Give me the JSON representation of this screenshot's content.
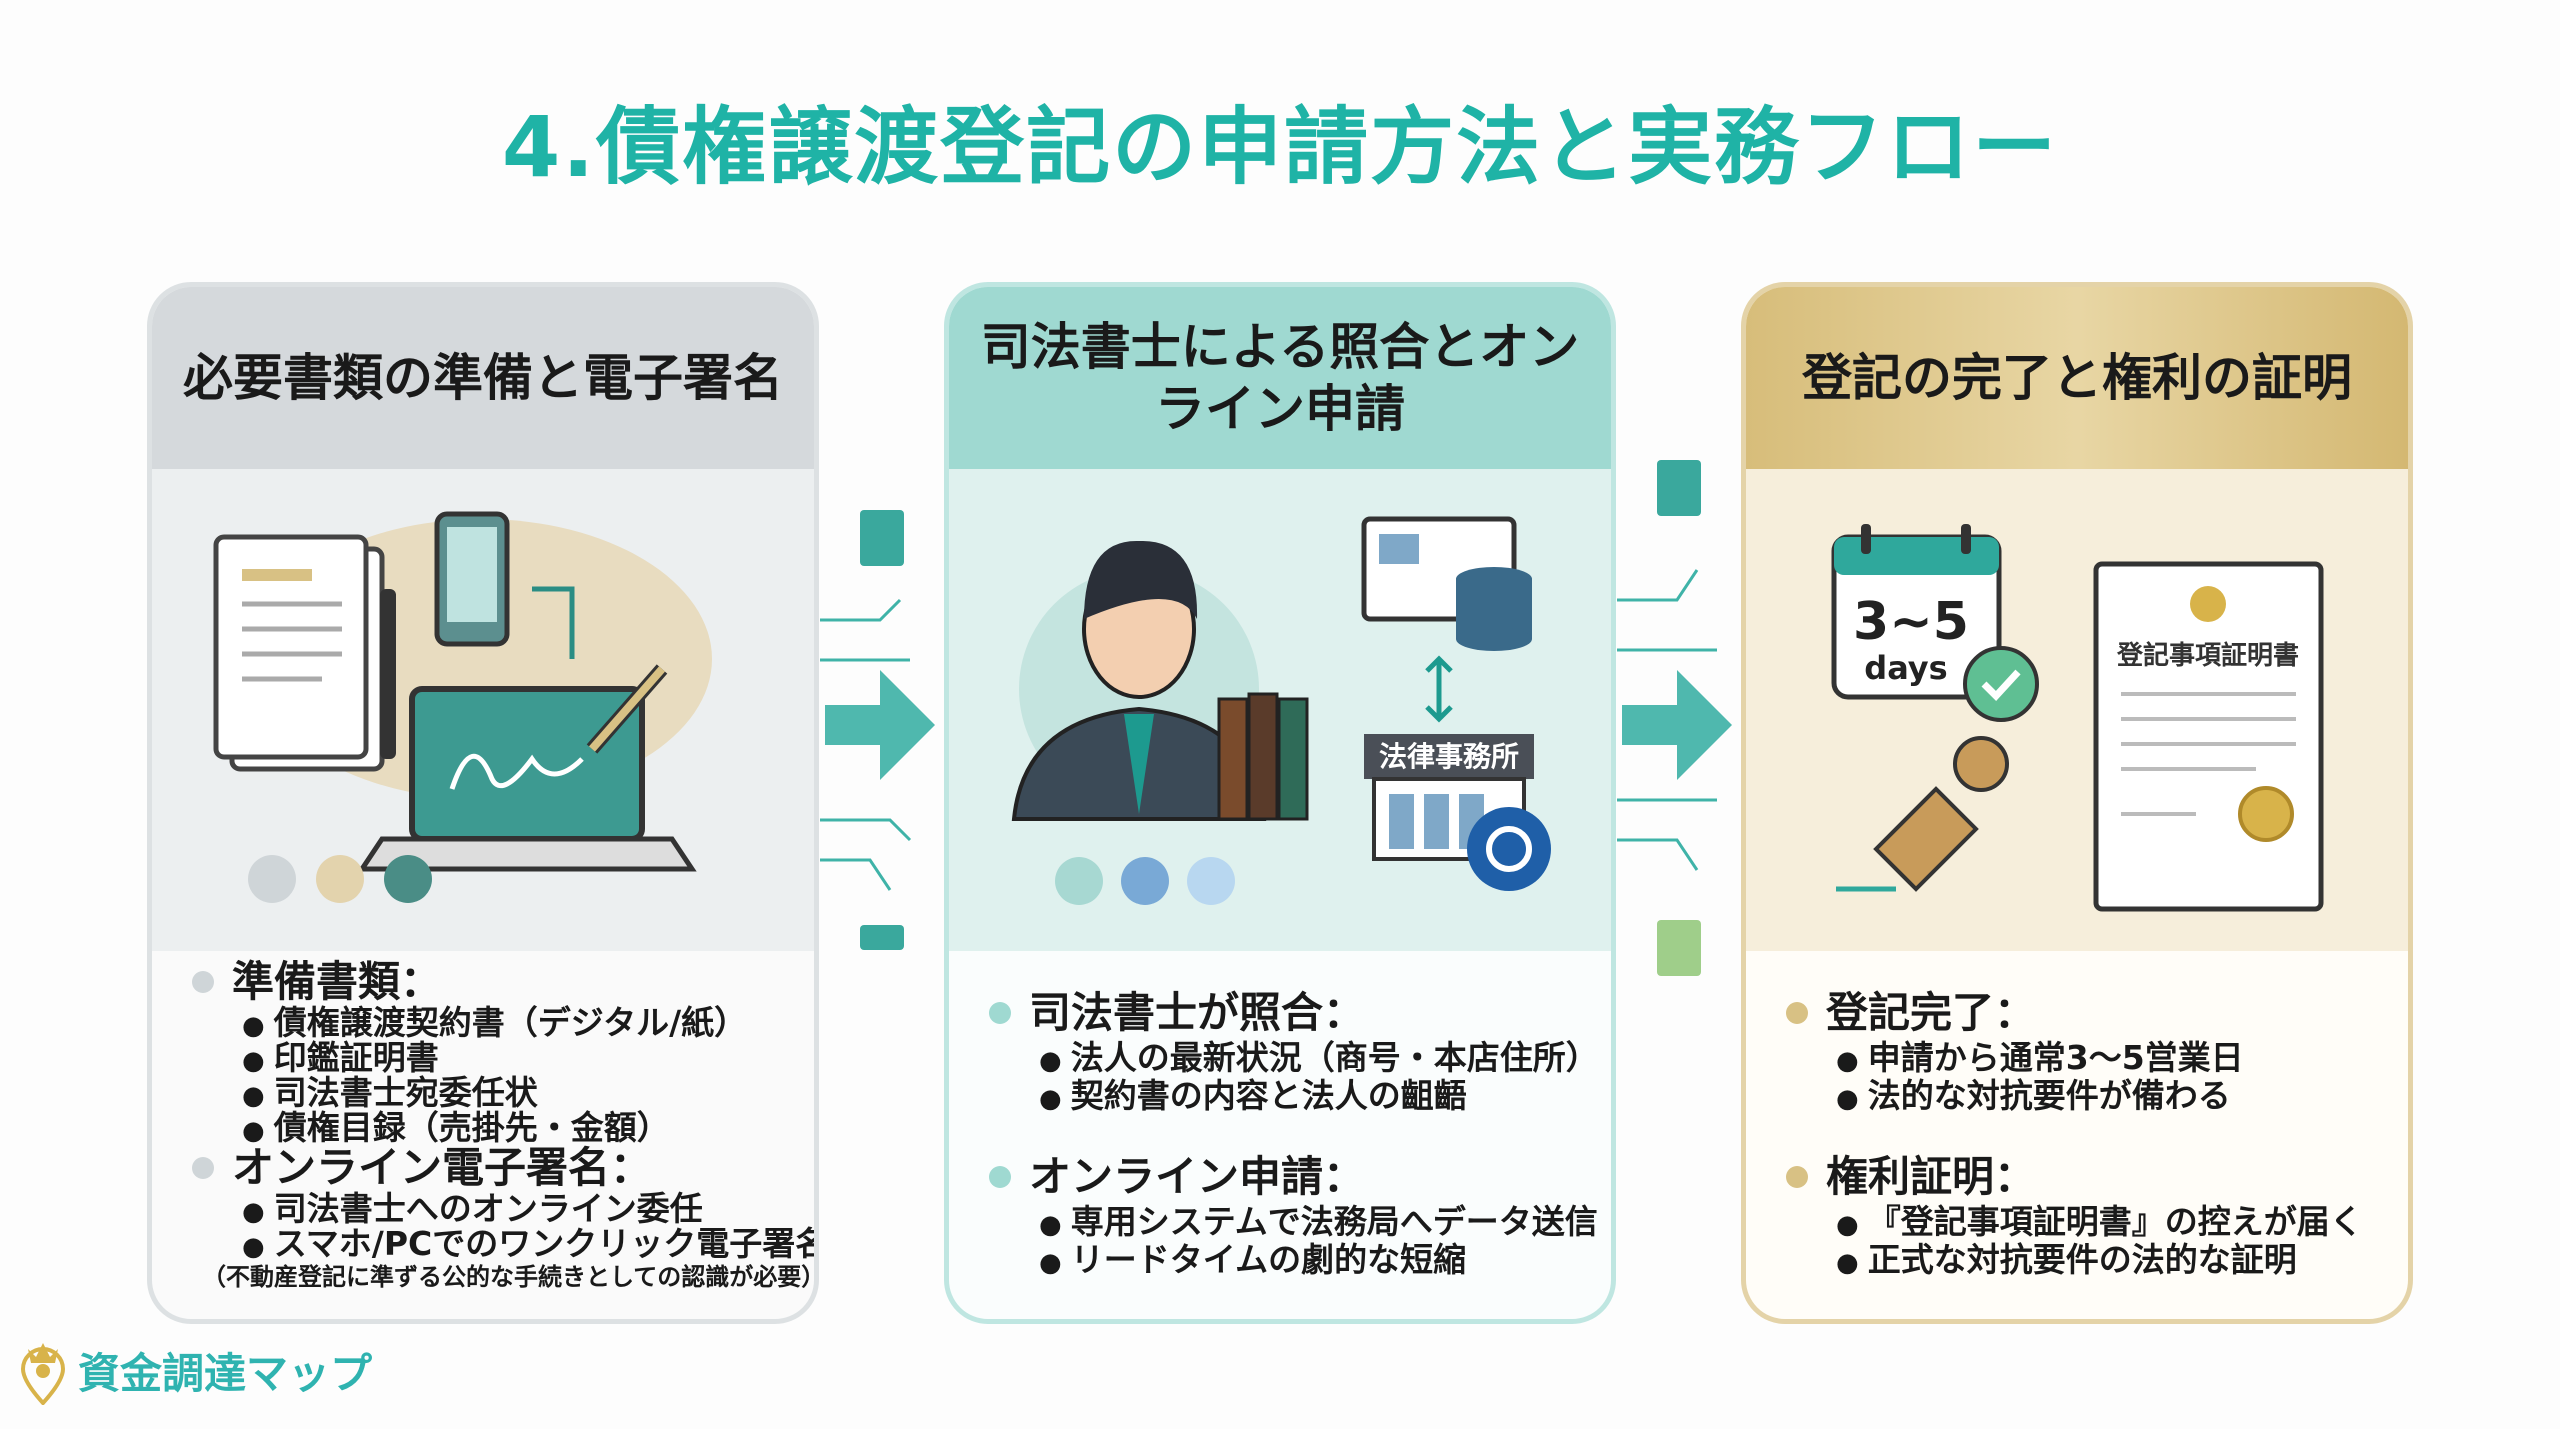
{
  "title": "4.債権譲渡登記の申請方法と実務フロー",
  "panels": [
    {
      "header": "必要書類の準備と電子署名",
      "sections": [
        {
          "label": "準備書類：",
          "items": [
            "債権譲渡契約書（デジタル/紙）",
            "印鑑証明書",
            "司法書士宛委任状",
            "債権目録（売掛先・金額）"
          ]
        },
        {
          "label": "オンライン電子署名：",
          "items": [
            "司法書士へのオンライン委任",
            "スマホ/PCでのワンクリック電子署名"
          ],
          "note": "（不動産登記に準ずる公的な手続きとしての認識が必要）"
        }
      ]
    },
    {
      "header": "司法書士による照合とオンライン申請",
      "illus_label": "法律事務所",
      "sections": [
        {
          "label": "司法書士が照合：",
          "items": [
            "法人の最新状況（商号・本店住所）",
            "契約書の内容と法人の齟齬"
          ]
        },
        {
          "label": "オンライン申請：",
          "items": [
            "専用システムで法務局へデータ送信",
            "リードタイムの劇的な短縮"
          ]
        }
      ]
    },
    {
      "header": "登記の完了と権利の証明",
      "illus_calendar": "3~5",
      "illus_days": "days",
      "illus_cert": "登記事項証明書",
      "sections": [
        {
          "label": "登記完了：",
          "items": [
            "申請から通常3～5営業日",
            "法的な対抗要件が備わる"
          ]
        },
        {
          "label": "権利証明：",
          "items": [
            "『登記事項証明書』の控えが届く",
            "正式な対抗要件の法的な証明"
          ]
        }
      ]
    }
  ],
  "footer": {
    "brand": "資金調達マップ"
  },
  "colors": {
    "accent": "#1fb3a6",
    "gold": "#d4b872",
    "gray": "#d5d9dc",
    "teal": "#9fd9d1"
  }
}
